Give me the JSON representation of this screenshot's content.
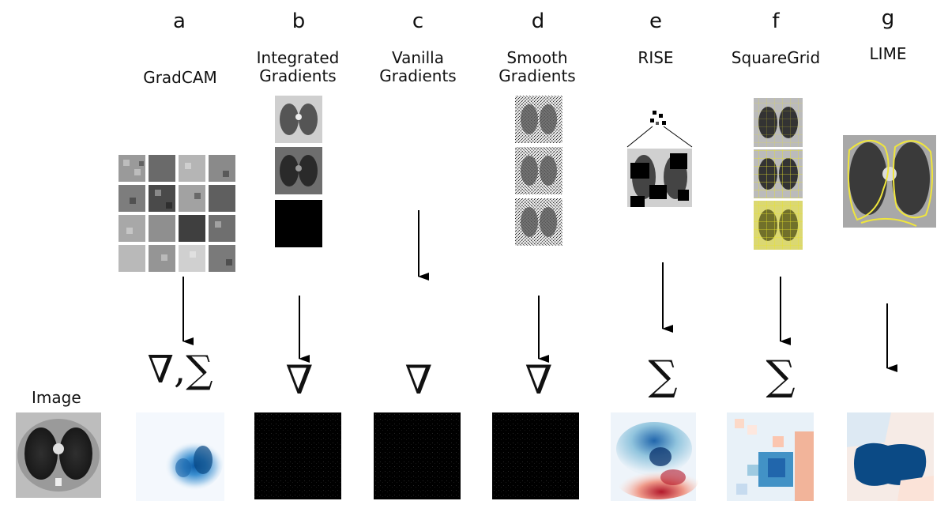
{
  "image_label": "Image",
  "columns": [
    {
      "letter": "a",
      "method": "GradCAM",
      "operator": "∇,∑"
    },
    {
      "letter": "b",
      "method": "Integrated Gradients",
      "operator": "∇"
    },
    {
      "letter": "c",
      "method": "Vanilla Gradients",
      "operator": "∇"
    },
    {
      "letter": "d",
      "method": "Smooth Gradients",
      "operator": "∇"
    },
    {
      "letter": "e",
      "method": "RISE",
      "operator": "∑"
    },
    {
      "letter": "f",
      "method": "SquareGrid",
      "operator": "∑"
    },
    {
      "letter": "g",
      "method": "LIME",
      "operator": ""
    }
  ],
  "colors": {
    "arrow": "#000000",
    "blue_dark": "#0b4a85",
    "blue_light": "#e3eefa",
    "red": "#b2182b",
    "yellow": "#e8e22a"
  }
}
